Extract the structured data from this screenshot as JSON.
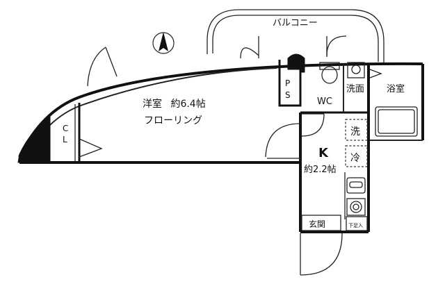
{
  "labels": {
    "balcony": "バルコニー",
    "western_room": "洋室",
    "western_room_size": "約6.4帖",
    "western_room_floor": "フローリング",
    "closet_c": "C",
    "closet_l": "L",
    "ps_p": "P",
    "ps_s": "S",
    "wc": "WC",
    "washroom": "洗面",
    "bathroom": "浴室",
    "washer": "洗",
    "fridge": "冷",
    "kitchen": "K",
    "kitchen_size": "約2.2帖",
    "entrance": "玄関",
    "shoe_box": "下足入"
  },
  "colors": {
    "ink": "#111111",
    "background": "#ffffff"
  },
  "icons": {
    "north": "north-arrow-icon"
  }
}
